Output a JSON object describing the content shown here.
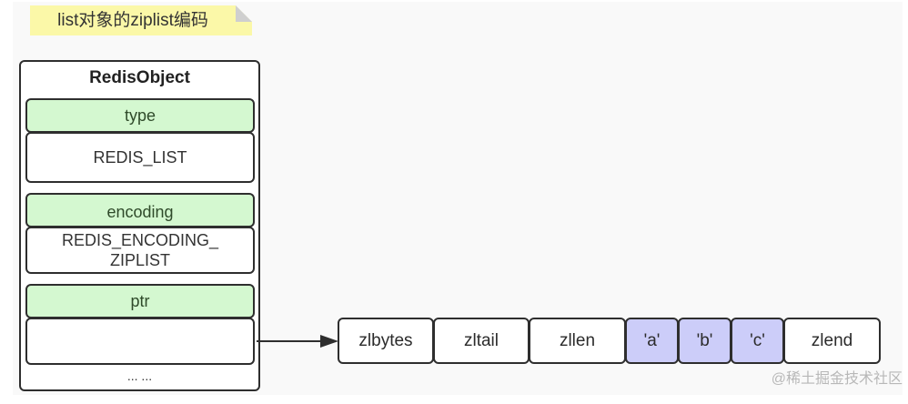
{
  "note": {
    "text": "list对象的ziplist编码"
  },
  "redis_object": {
    "title": "RedisObject",
    "fields": [
      {
        "label": "type",
        "value": "REDIS_LIST"
      },
      {
        "label": "encoding",
        "value_line1": "REDIS_ENCODING_",
        "value_line2": "ZIPLIST"
      },
      {
        "label": "ptr",
        "value": ""
      }
    ],
    "ellipsis": "... ..."
  },
  "ziplist": {
    "cells": [
      {
        "label": "zlbytes",
        "kind": "header"
      },
      {
        "label": "zltail",
        "kind": "header"
      },
      {
        "label": "zllen",
        "kind": "header"
      },
      {
        "label": "'a'",
        "kind": "entry"
      },
      {
        "label": "'b'",
        "kind": "entry"
      },
      {
        "label": "'c'",
        "kind": "entry"
      },
      {
        "label": "zlend",
        "kind": "end"
      }
    ]
  },
  "colors": {
    "note_bg": "#fbf8a8",
    "label_bg": "#d4f8d0",
    "entry_bg": "#cccdf9",
    "border": "#2e2e2e"
  },
  "watermark": {
    "text": "@稀土掘金技术社区"
  }
}
